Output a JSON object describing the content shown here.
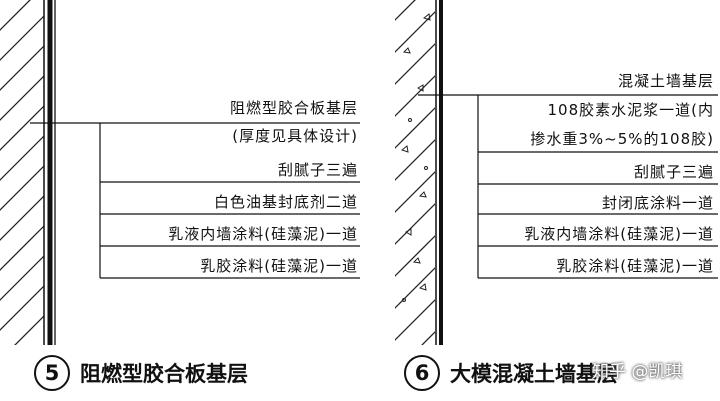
{
  "left_detail": {
    "number": "5",
    "caption": "阻燃型胶合板基层",
    "layers": [
      "阻燃型胶合板基层",
      "(厚度见具体设计)",
      "刮腻子三遍",
      "白色油基封底剂二道",
      "乳液内墙涂料(硅藻泥)一道",
      "乳胶涂料(硅藻泥)一道"
    ]
  },
  "right_detail": {
    "number": "6",
    "caption": "大模混凝土墙基层",
    "layers": [
      "混凝土墙基层",
      "108胶素水泥浆一道(内",
      "掺水重3%~5%的108胶)",
      "刮腻子三遍",
      "封闭底涂料一道",
      "乳液内墙涂料(硅藻泥)一道",
      "乳胶涂料(硅藻泥)一道"
    ]
  },
  "watermark": "知乎 @凯琪"
}
